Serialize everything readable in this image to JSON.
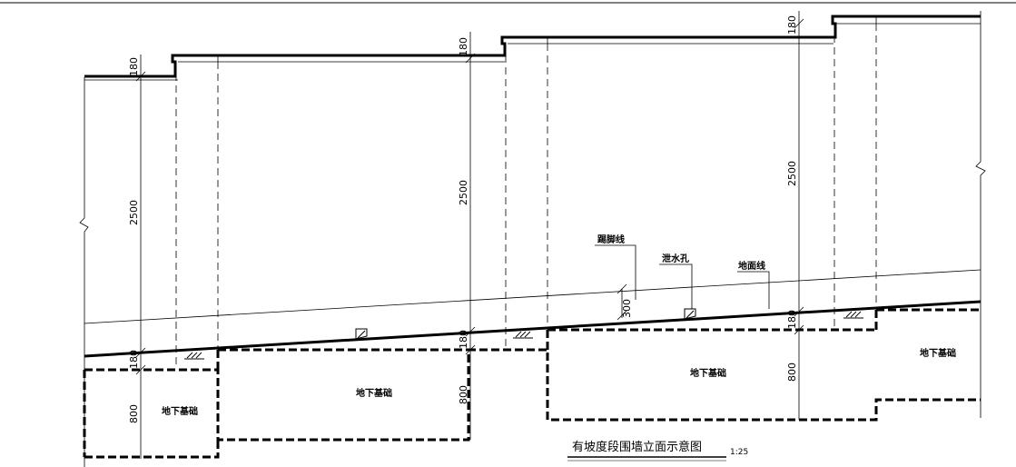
{
  "drawing": {
    "title": "有坡度段围墙立面示意图",
    "scale": "1:25",
    "labels": {
      "baseboard_line": "踢脚线",
      "drain_hole": "泄水孔",
      "ground_line": "地面线",
      "foundation": "地下基础"
    },
    "dimensions": {
      "coping": "180",
      "wall_height": "2500",
      "baseboard_offset": "300",
      "foundation_depth": "800"
    }
  }
}
